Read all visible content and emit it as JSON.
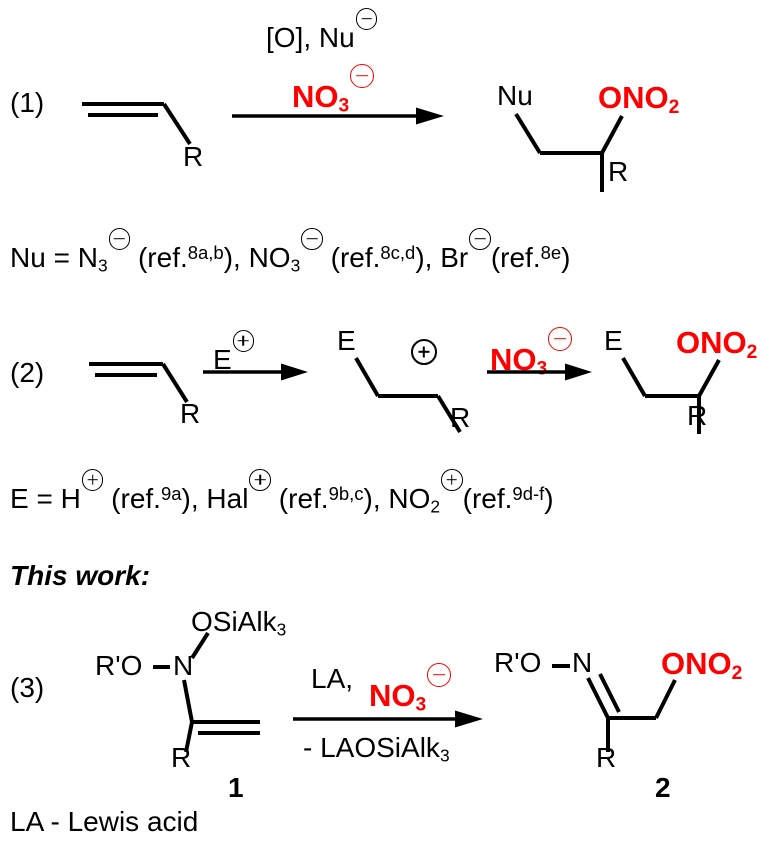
{
  "scheme": {
    "title_this_work": "This work:",
    "footnote": "LA - Lewis acid",
    "colors": {
      "accent_red": "#FF0000",
      "ink": "#000000"
    }
  },
  "reaction1": {
    "label": "(1)",
    "reagents_top": "[O],  Nu",
    "reagent_nitrate": "NO",
    "reagent_nitrate_sub": "3",
    "substrate_label_r": "R",
    "product_nu": "Nu",
    "product_ono2": "ONO",
    "product_ono2_sub": "2",
    "product_r": "R"
  },
  "nu_definition": {
    "prefix": "Nu = N",
    "prefix_sub": "3",
    "ref1_open": " (ref.",
    "ref1": "8a,b",
    "ref1_close": "), NO",
    "ref1_close_sub": "3",
    "ref2_open": " (ref.",
    "ref2": "8c,d",
    "ref2_close": "), Br",
    "ref3_open": "(ref.",
    "ref3": "8e",
    "ref3_close": ")"
  },
  "reaction2": {
    "label": "(2)",
    "electrophile": "E",
    "substrate_label_r": "R",
    "intermediate_e": "E",
    "intermediate_r": "R",
    "reagent_nitrate": "NO",
    "reagent_nitrate_sub": "3",
    "product_e": "E",
    "product_ono2": "ONO",
    "product_ono2_sub": "2",
    "product_r": "R"
  },
  "e_definition": {
    "prefix": "E = H",
    "ref1_open": " (ref.",
    "ref1": "9a",
    "ref1_close": "), Hal",
    "ref2_open": " (ref.",
    "ref2": "9b,c",
    "ref2_close": "), NO",
    "ref2_close_sub": "2",
    "ref3_open": "(ref.",
    "ref3": "9d-f",
    "ref3_close": ")"
  },
  "reaction3": {
    "label": "(3)",
    "sm_osialk": "OSiAlk",
    "sm_osialk_sub": "3",
    "sm_ro": "R'O",
    "sm_n": "N",
    "sm_r": "R",
    "sm_number": "1",
    "cond_la": "LA,",
    "cond_nitrate": "NO",
    "cond_nitrate_sub": "3",
    "cond_below": "- LAOSiAlk",
    "cond_below_sub": "3",
    "prod_ro": "R'O",
    "prod_n": "N",
    "prod_ono2": "ONO",
    "prod_ono2_sub": "2",
    "prod_r": "R",
    "prod_number": "2"
  }
}
